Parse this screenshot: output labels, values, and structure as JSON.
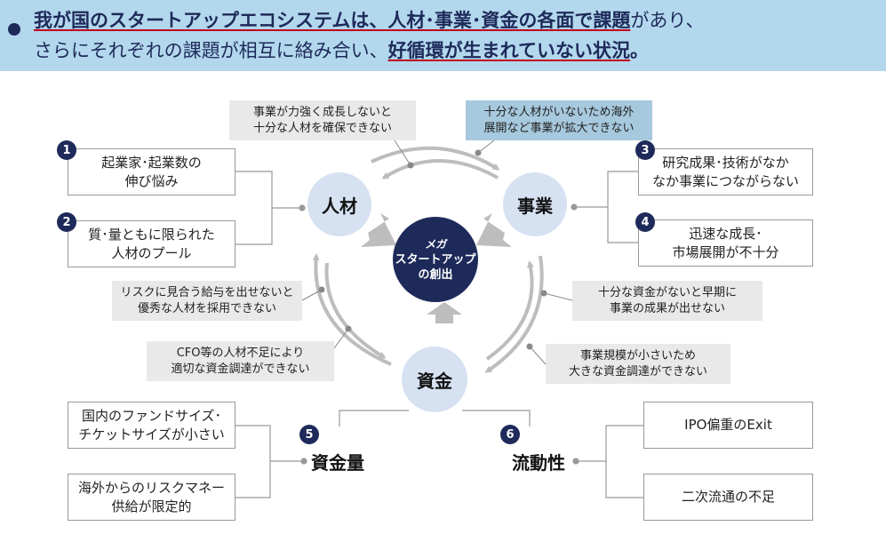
{
  "headline": {
    "line1_a": "我が国のスタートアップエコシステムは、人材･事業･資金の各面で課題",
    "line1_b": "があり、",
    "line2_a": "さらにそれぞれの課題が相互に絡み合い、",
    "line2_b": "好循環が生まれていない状況",
    "line2_c": "。"
  },
  "center": {
    "line1": "メガ",
    "line2": "スタートアップ",
    "line3": "の創出"
  },
  "nodes": {
    "jinzai": "人材",
    "jigyo": "事業",
    "shikin": "資金",
    "shikinryo": "資金量",
    "ryudosei": "流動性"
  },
  "badges": [
    "1",
    "2",
    "3",
    "4",
    "5",
    "6"
  ],
  "issues": {
    "i1": [
      "起業家･起業数の",
      "伸び悩み"
    ],
    "i2": [
      "質･量ともに限られた",
      "人材のプール"
    ],
    "i3": [
      "研究成果･技術がなか",
      "なか事業につながらない"
    ],
    "i4": [
      "迅速な成長･",
      "市場展開が不十分"
    ],
    "i5a": [
      "国内のファンドサイズ･",
      "チケットサイズが小さい"
    ],
    "i5b": [
      "海外からのリスクマネー",
      "供給が限定的"
    ],
    "i6a": [
      "IPO偏重のExit"
    ],
    "i6b": [
      "二次流通の不足"
    ]
  },
  "notes": {
    "n1": [
      "事業が力強く成長しないと",
      "十分な人材を確保できない"
    ],
    "n2": [
      "十分な人材がいないため海外",
      "展開など事業が拡大できない"
    ],
    "n3": [
      "リスクに見合う給与を出せないと",
      "優秀な人材を採用できない"
    ],
    "n4": [
      "CFO等の人材不足により",
      "適切な資金調達ができない"
    ],
    "n5": [
      "十分な資金がないと早期に",
      "事業の成果が出せない"
    ],
    "n6": [
      "事業規模が小さいため",
      "大きな資金調達ができない"
    ]
  },
  "colors": {
    "banner": "#b3d8ed",
    "navy": "#1e2a5a",
    "node": "#d6e1f1",
    "note": "#e9e9e9",
    "note_hi": "#a7c9de",
    "underline": "#c0001e"
  }
}
